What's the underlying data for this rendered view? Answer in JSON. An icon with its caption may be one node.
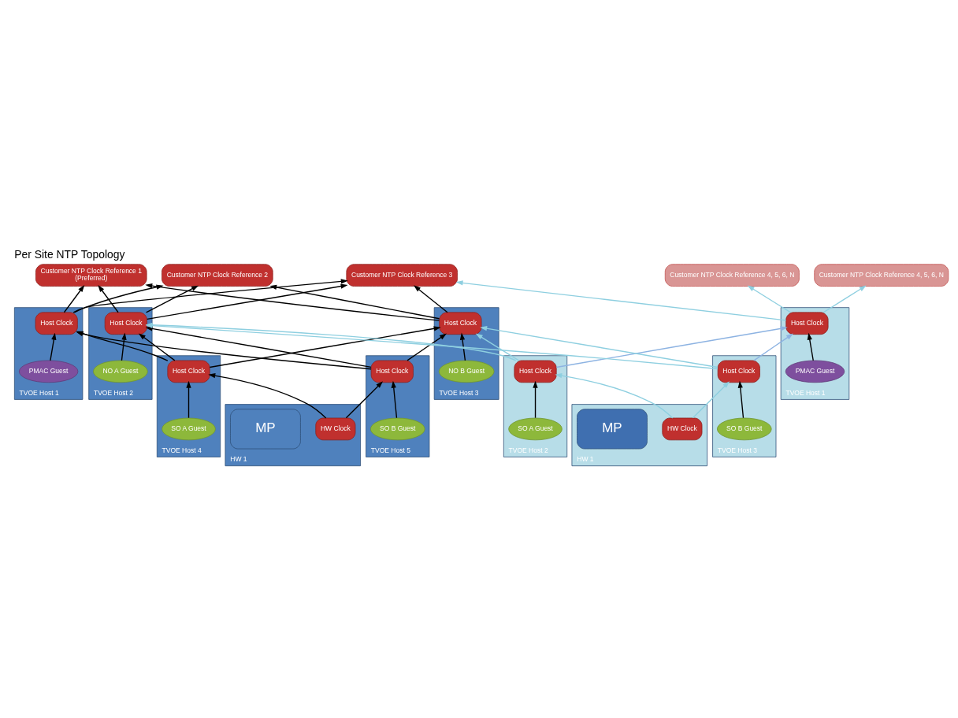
{
  "diagram": {
    "title": "Per Site NTP Topology",
    "nodes": [
      {
        "text": [
          "Customer NTP Clock Reference 1",
          "(Preferred)"
        ]
      },
      {
        "text": [
          "Customer NTP Clock Reference 2"
        ]
      },
      {
        "text": [
          "Customer NTP Clock Reference 3"
        ]
      },
      {
        "text": [
          "Customer NTP Clock Reference 4, 5, 6, N"
        ]
      },
      {
        "text": [
          "Customer NTP Clock Reference 4, 5, 6, N"
        ]
      },
      {
        "text": [
          "TVOE Host 1"
        ]
      },
      {
        "text": [
          "Host Clock"
        ],
        "in": 5
      },
      {
        "text": [
          "PMAC Guest"
        ],
        "in": 5
      },
      {
        "text": [
          "TVOE Host 2"
        ]
      },
      {
        "text": [
          "Host Clock"
        ],
        "in": 8
      },
      {
        "text": [
          "NO A Guest"
        ],
        "in": 8
      },
      {
        "text": [
          "TVOE Host 3"
        ]
      },
      {
        "text": [
          "Host Clock"
        ],
        "in": 11
      },
      {
        "text": [
          "NO B Guest"
        ],
        "in": 11
      },
      {
        "text": [
          "TVOE Host 4"
        ]
      },
      {
        "text": [
          "Host Clock"
        ],
        "in": 14
      },
      {
        "text": [
          "SO A Guest"
        ],
        "in": 14
      },
      {
        "text": [
          "TVOE Host 5"
        ]
      },
      {
        "text": [
          "Host Clock"
        ],
        "in": 17
      },
      {
        "text": [
          "SO B Guest"
        ],
        "in": 17
      },
      {
        "text": [
          "HW 1"
        ]
      },
      {
        "text": [
          "HW Clock"
        ],
        "in": 20
      },
      {
        "text": [
          "MP"
        ],
        "in": 20
      },
      {
        "text": [
          "TVOE Host 1"
        ]
      },
      {
        "text": [
          "Host Clock"
        ],
        "in": 23
      },
      {
        "text": [
          "PMAC Guest"
        ],
        "in": 23
      },
      {
        "text": [
          "TVOE Host 2"
        ]
      },
      {
        "text": [
          "Host Clock"
        ],
        "in": 26
      },
      {
        "text": [
          "SO A Guest"
        ],
        "in": 26
      },
      {
        "text": [
          "TVOE Host 3"
        ]
      },
      {
        "text": [
          "Host Clock"
        ],
        "in": 29
      },
      {
        "text": [
          "SO B Guest"
        ],
        "in": 29
      },
      {
        "text": [
          "HW 1"
        ]
      },
      {
        "text": [
          "HW Clock"
        ],
        "in": 32
      },
      {
        "text": [
          "MP"
        ],
        "in": 32
      }
    ],
    "edges": [
      {
        "from": 7,
        "to": 6,
        "arrow": "to"
      },
      {
        "from": 10,
        "to": 9,
        "arrow": "to"
      },
      {
        "from": 13,
        "to": 12,
        "arrow": "to"
      },
      {
        "from": 16,
        "to": 15,
        "arrow": "to"
      },
      {
        "from": 19,
        "to": 18,
        "arrow": "to"
      },
      {
        "from": 25,
        "to": 24,
        "arrow": "to"
      },
      {
        "from": 28,
        "to": 27,
        "arrow": "to"
      },
      {
        "from": 31,
        "to": 30,
        "arrow": "to"
      },
      {
        "from": 6,
        "to": 0,
        "arrow": "to"
      },
      {
        "from": 6,
        "to": 1,
        "arrow": "to"
      },
      {
        "from": 6,
        "to": 2,
        "arrow": "to"
      },
      {
        "from": 9,
        "to": 0,
        "arrow": "to"
      },
      {
        "from": 9,
        "to": 1,
        "arrow": "to"
      },
      {
        "from": 9,
        "to": 2,
        "arrow": "to"
      },
      {
        "from": 12,
        "to": 0,
        "arrow": "to"
      },
      {
        "from": 12,
        "to": 1,
        "arrow": "to"
      },
      {
        "from": 12,
        "to": 2,
        "arrow": "to"
      },
      {
        "from": 15,
        "to": 6,
        "arrow": "to"
      },
      {
        "from": 15,
        "to": 9,
        "arrow": "to"
      },
      {
        "from": 15,
        "to": 12,
        "arrow": "to"
      },
      {
        "from": 18,
        "to": 6,
        "arrow": "to"
      },
      {
        "from": 18,
        "to": 9,
        "arrow": "to"
      },
      {
        "from": 18,
        "to": 12,
        "arrow": "to"
      },
      {
        "from": 21,
        "to": 15,
        "arrow": "to"
      },
      {
        "from": 21,
        "to": 18,
        "arrow": "to"
      },
      {
        "from": 24,
        "to": 2,
        "arrow": "to",
        "color": "#8ecfe0"
      },
      {
        "from": 24,
        "to": 3,
        "arrow": "to",
        "color": "#8ecfe0"
      },
      {
        "from": 24,
        "to": 4,
        "arrow": "to",
        "color": "#8ecfe0"
      },
      {
        "from": 27,
        "to": 9,
        "arrow": "to",
        "color": "#8ecfe0"
      },
      {
        "from": 27,
        "to": 12,
        "arrow": "to",
        "color": "#8ecfe0"
      },
      {
        "from": 27,
        "to": 24,
        "arrow": "to",
        "color": "#8db3e2"
      },
      {
        "from": 30,
        "to": 9,
        "arrow": "to",
        "color": "#8ecfe0"
      },
      {
        "from": 30,
        "to": 12,
        "arrow": "to",
        "color": "#8ecfe0"
      },
      {
        "from": 30,
        "to": 24,
        "arrow": "to",
        "color": "#8db3e2"
      },
      {
        "from": 33,
        "to": 27,
        "arrow": "to",
        "color": "#8ecfe0"
      },
      {
        "from": 33,
        "to": 30,
        "arrow": "to",
        "color": "#8ecfe0"
      }
    ]
  }
}
